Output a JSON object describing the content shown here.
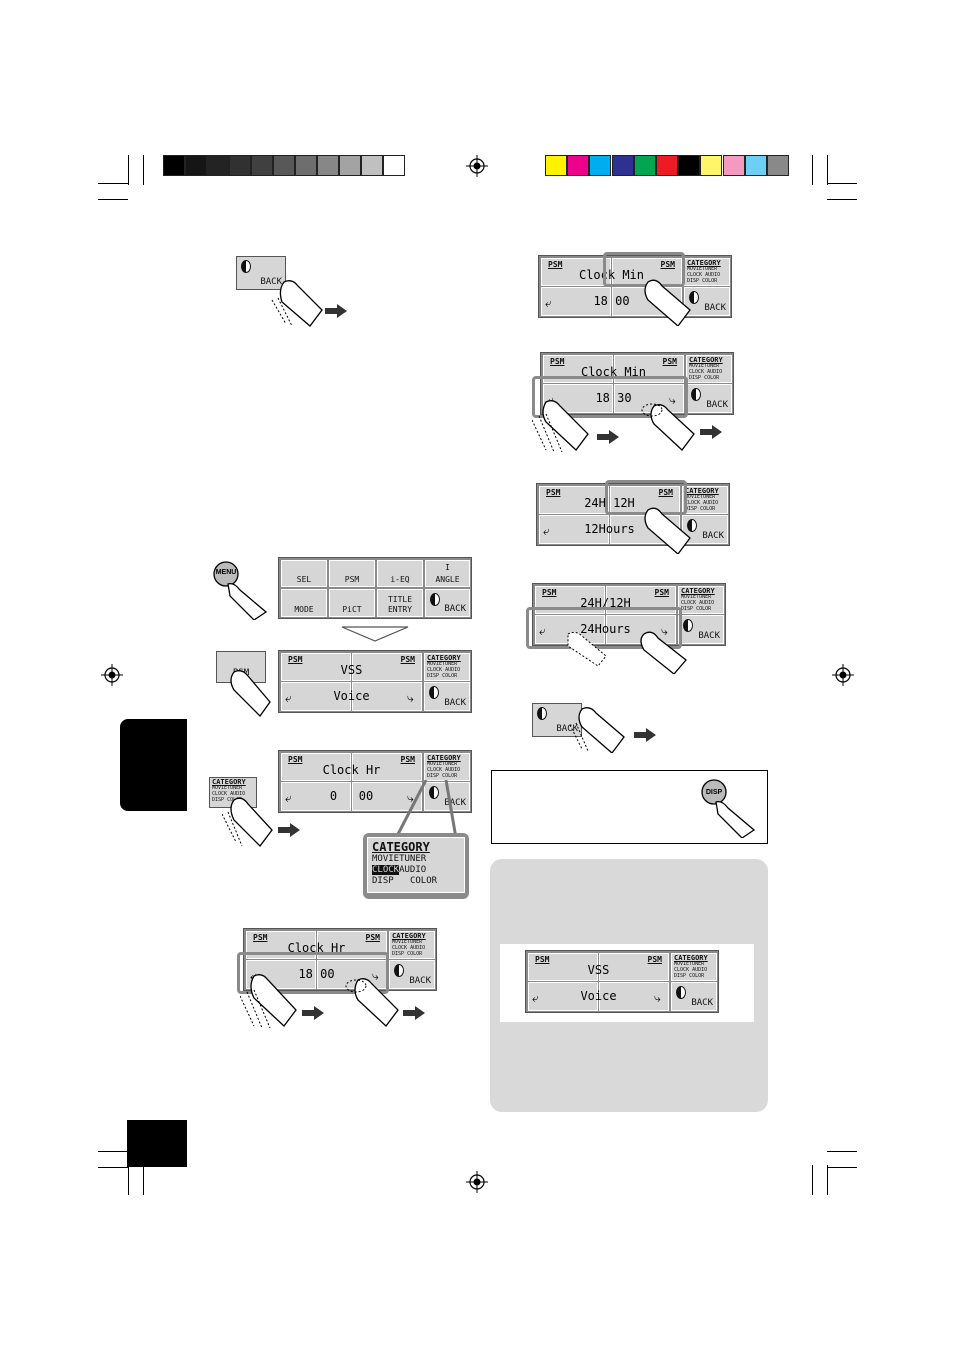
{
  "colors": {
    "grayscale_bar": [
      "#000000",
      "#151515",
      "#232323",
      "#313131",
      "#404040",
      "#585858",
      "#6e6e6e",
      "#878787",
      "#a3a3a3",
      "#c0c0c0",
      "#ffffff"
    ],
    "color_bar": [
      "#fff200",
      "#ec008c",
      "#00aeef",
      "#2e3192",
      "#00a651",
      "#ed1c24",
      "#000000",
      "#fff568",
      "#f49ac1",
      "#6dcff6",
      "#898989"
    ],
    "panel_gray": "#8a8a8a",
    "cell_gray": "#d6d6d6",
    "tip_box_bg": "#d9d9d9"
  },
  "labels": {
    "psm": "PSM",
    "back": "BACK",
    "category": "CATEGORY",
    "cat_row1": "MOVIETUNER",
    "cat_row2a": "CLOCK",
    "cat_row2b": "AUDIO",
    "cat_row3a": "DISP",
    "cat_row3b": "COLOR",
    "menu": "MENU",
    "disp": "DISP"
  },
  "menu_grid": {
    "sel": "SEL",
    "psm": "PSM",
    "ieq": "i-EQ",
    "angle_top": "I",
    "angle": "ANGLE",
    "mode": "MODE",
    "pict": "PiCT",
    "title": "TITLE",
    "entry": "ENTRY",
    "back": "BACK"
  },
  "screens": {
    "vss": "VSS",
    "voice": "Voice",
    "clock_hr": "Clock Hr",
    "zero_time_h": "0",
    "zero_time_m": "00",
    "time_18_00": "18 00",
    "clock_min": "Clock Min",
    "time_18_30": "18 30",
    "h24_12": "24H 12H",
    "h24_12_slash": "24H/12H",
    "hours12": "12Hours",
    "hours24": "24Hours"
  }
}
